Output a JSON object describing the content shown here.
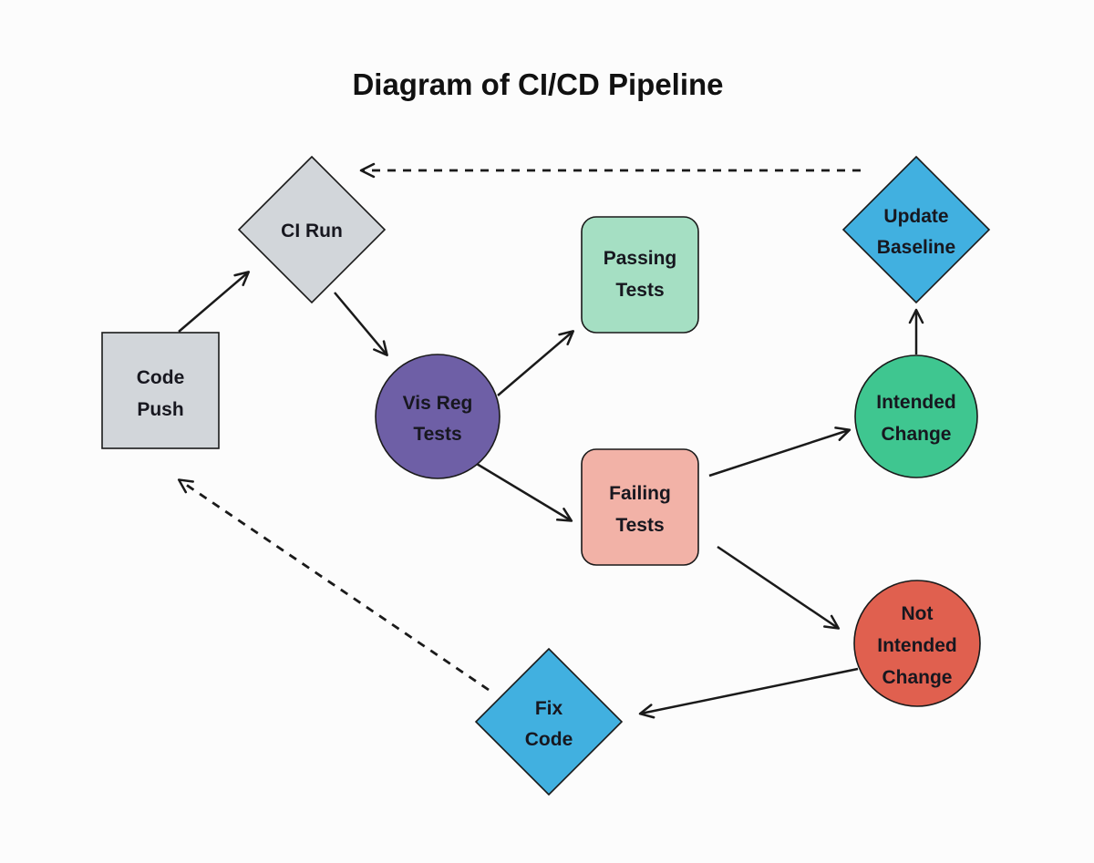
{
  "title": "Diagram of CI/CD Pipeline",
  "colors": {
    "gray": "#d2d6da",
    "purple": "#6e5fa6",
    "mint": "#a5dfc3",
    "salmon": "#f2b2a7",
    "green": "#3fc690",
    "red": "#e0604f",
    "blue": "#41b0e0",
    "text_dark": "#17171f",
    "text_light": "#ffffff",
    "line": "#1a1a1a"
  },
  "nodes": {
    "code_push": {
      "shape": "rectangle",
      "lines": [
        "Code",
        "Push"
      ]
    },
    "ci_run": {
      "shape": "diamond",
      "lines": [
        "CI Run"
      ]
    },
    "vis_reg_tests": {
      "shape": "circle",
      "lines": [
        "Vis Reg",
        "Tests"
      ]
    },
    "passing_tests": {
      "shape": "rounded-rectangle",
      "lines": [
        "Passing",
        "Tests"
      ]
    },
    "failing_tests": {
      "shape": "rounded-rectangle",
      "lines": [
        "Failing",
        "Tests"
      ]
    },
    "intended_change": {
      "shape": "circle",
      "lines": [
        "Intended",
        "Change"
      ]
    },
    "not_intended_change": {
      "shape": "circle",
      "lines": [
        "Not",
        "Intended",
        "Change"
      ]
    },
    "update_baseline": {
      "shape": "diamond",
      "lines": [
        "Update",
        "Baseline"
      ]
    },
    "fix_code": {
      "shape": "diamond",
      "lines": [
        "Fix",
        "Code"
      ]
    }
  },
  "edges": [
    {
      "from": "Code Push",
      "to": "CI Run",
      "style": "solid"
    },
    {
      "from": "CI Run",
      "to": "Vis Reg Tests",
      "style": "solid"
    },
    {
      "from": "Vis Reg Tests",
      "to": "Passing Tests",
      "style": "solid"
    },
    {
      "from": "Vis Reg Tests",
      "to": "Failing Tests",
      "style": "solid"
    },
    {
      "from": "Failing Tests",
      "to": "Intended Change",
      "style": "solid"
    },
    {
      "from": "Failing Tests",
      "to": "Not Intended Change",
      "style": "solid"
    },
    {
      "from": "Intended Change",
      "to": "Update Baseline",
      "style": "solid"
    },
    {
      "from": "Not Intended Change",
      "to": "Fix Code",
      "style": "solid"
    },
    {
      "from": "Update Baseline",
      "to": "CI Run",
      "style": "dashed"
    },
    {
      "from": "Fix Code",
      "to": "Code Push",
      "style": "dashed"
    }
  ]
}
